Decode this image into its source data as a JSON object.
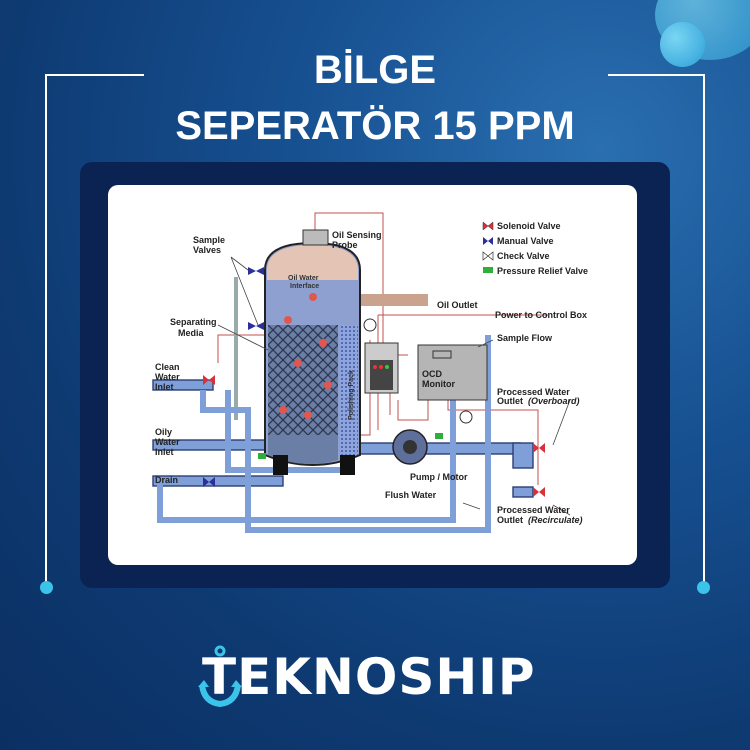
{
  "header": {
    "line1": "BİLGE",
    "line2": "SEPERATÖR 15 PPM"
  },
  "diagram": {
    "labels": {
      "sample_valves_1": "Sample",
      "sample_valves_2": "Valves",
      "oil_sensing_1": "Oil Sensing",
      "oil_sensing_2": "Probe",
      "interface_1": "Oil Water",
      "interface_2": "Interface",
      "separating_1": "Separating",
      "separating_2": "Media",
      "clean_1": "Clean",
      "clean_2": "Water",
      "clean_3": "Inlet",
      "oily_1": "Oily",
      "oily_2": "Water",
      "oily_3": "Inlet",
      "drain": "Drain",
      "polishing": "Polishing Pack",
      "oil_outlet": "Oil Outlet",
      "power": "Power to Control Box",
      "sample_flow": "Sample Flow",
      "ocd_1": "OCD",
      "ocd_2": "Monitor",
      "overboard_1": "Processed Water",
      "overboard_2": "Outlet",
      "overboard_3": "(Overboard)",
      "pump": "Pump / Motor",
      "flush": "Flush Water",
      "recirc_1": "Processed Water",
      "recirc_2": "Outlet",
      "recirc_3": "(Recirculate)"
    },
    "legend": [
      {
        "label": "Solenoid Valve",
        "color": "#d8313a"
      },
      {
        "label": "Manual Valve",
        "color": "#2a2f9a"
      },
      {
        "label": "Check Valve",
        "color": "#ffffff"
      },
      {
        "label": "Pressure Relief Valve",
        "color": "#2fae3a"
      }
    ]
  },
  "brand": {
    "name": "TEKNOSHIP",
    "display": "EKNOSHIP"
  }
}
